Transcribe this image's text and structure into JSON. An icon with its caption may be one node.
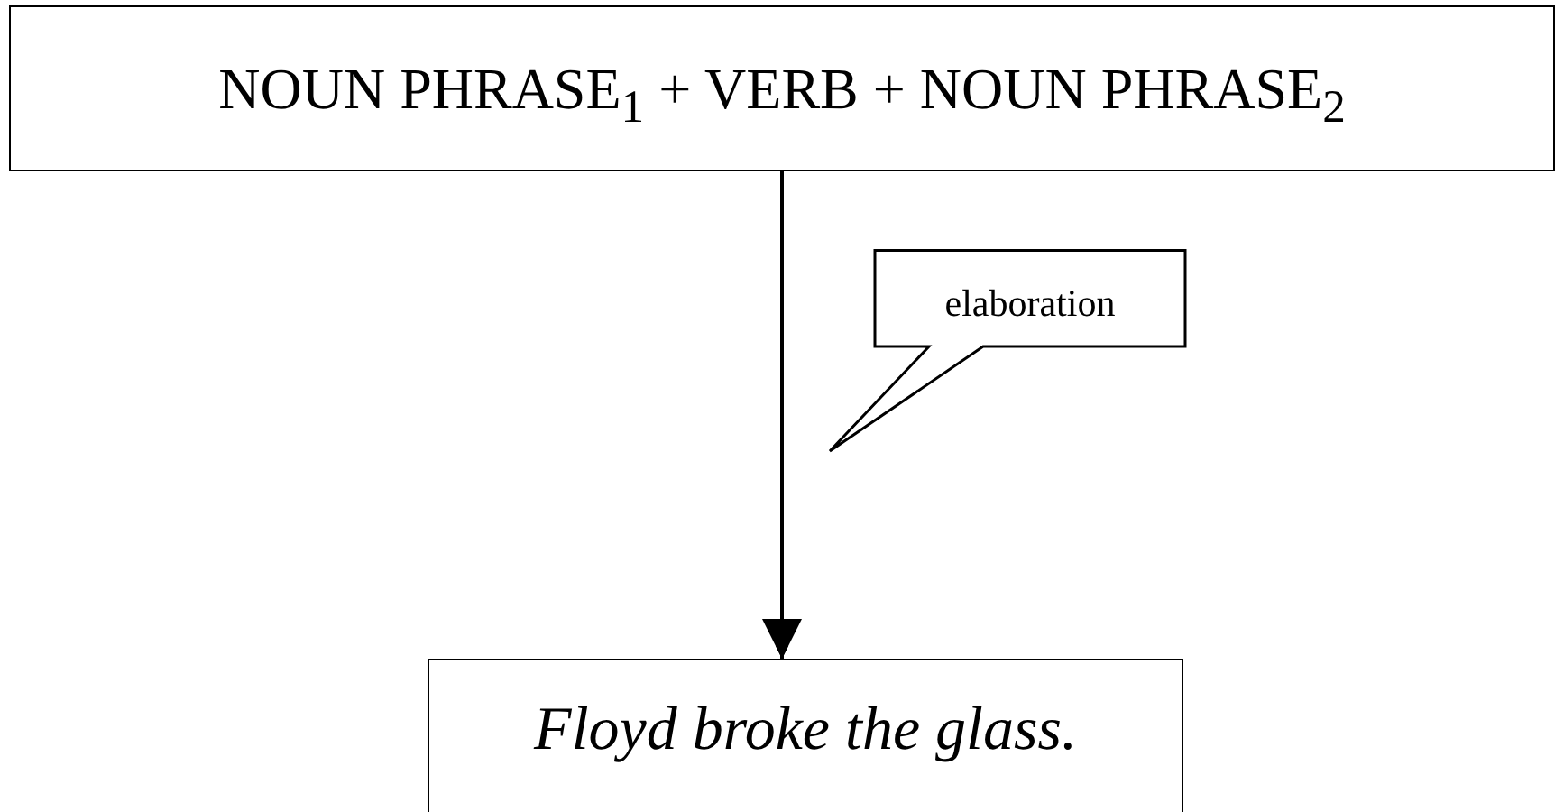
{
  "diagram": {
    "nodes": [
      {
        "text": [
          "NOUN PHRASE$_{1}$ + VERB + NOUN PHRASE$_{2}$"
        ]
      },
      {
        "text": [
          "Floyd broke the glass."
        ]
      },
      {
        "text": [
          "elaboration"
        ]
      }
    ],
    "edges": [
      {
        "from": 0,
        "to": 1,
        "arrow": "to"
      }
    ]
  }
}
